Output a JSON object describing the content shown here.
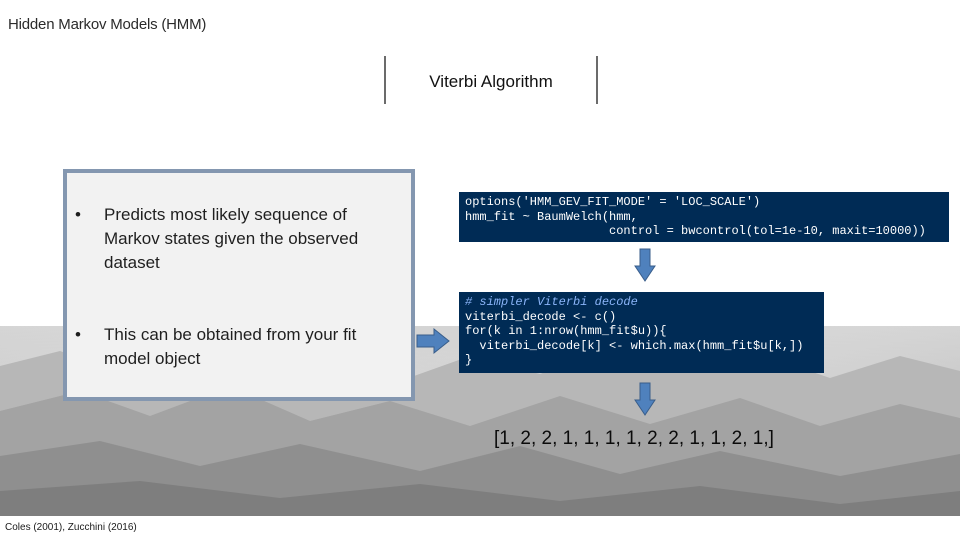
{
  "slide": {
    "title": "Hidden Markov Models (HMM)",
    "subtitle": "Viterbi Algorithm",
    "bullets": [
      {
        "marker": "•",
        "text": "Predicts most likely sequence of Markov states given the observed dataset"
      },
      {
        "marker": "•",
        "text": "This can be obtained from your fit model object"
      }
    ],
    "code_block_1": {
      "lines": [
        "options('HMM_GEV_FIT_MODE' = 'LOC_SCALE')",
        "hmm_fit ~ BaumWelch(hmm,",
        "                    control = bwcontrol(tol=1e-10, maxit=10000))"
      ]
    },
    "code_block_2": {
      "lines": [
        "# simpler Viterbi decode",
        "viterbi_decode <- c()",
        "for(k in 1:nrow(hmm_fit$u)){",
        "  viterbi_decode[k] <- which.max(hmm_fit$u[k,])",
        "}"
      ]
    },
    "result": "[1, 2, 2, 1, 1, 1, 1, 2, 2, 1, 1, 2, 1,]",
    "citation": "Coles (2001), Zucchini (2016)",
    "colors": {
      "box_border": "#8497b0",
      "box_fill": "#f2f2f2",
      "code_bg": "#002b55",
      "arrow": "#4f81bd"
    }
  }
}
